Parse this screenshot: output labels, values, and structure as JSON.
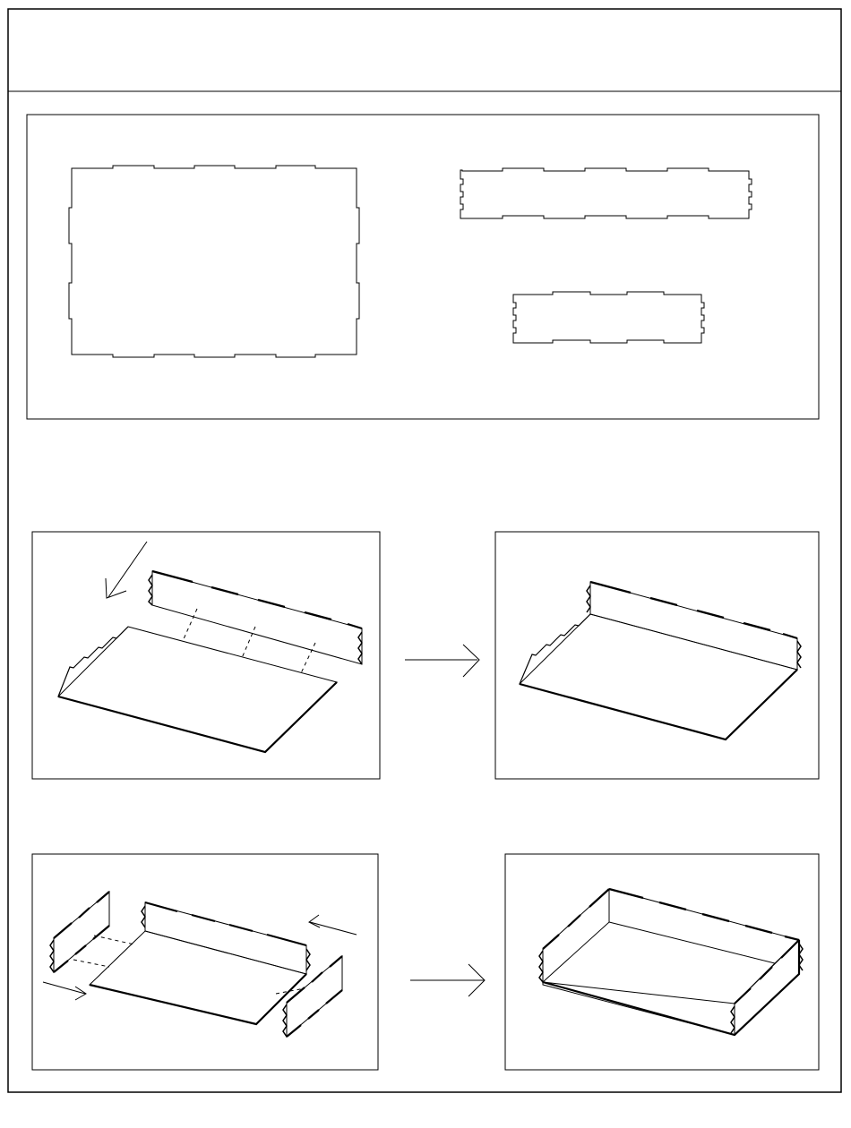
{
  "sheet": {
    "title": "",
    "line_color": "#000000",
    "background": "#ffffff"
  },
  "steps": [
    {
      "id": "parts-layout",
      "description": ""
    },
    {
      "id": "attach-long-side",
      "description": ""
    },
    {
      "id": "attach-long-side-result",
      "description": ""
    },
    {
      "id": "attach-short-sides",
      "description": ""
    },
    {
      "id": "finished-box",
      "description": ""
    }
  ]
}
